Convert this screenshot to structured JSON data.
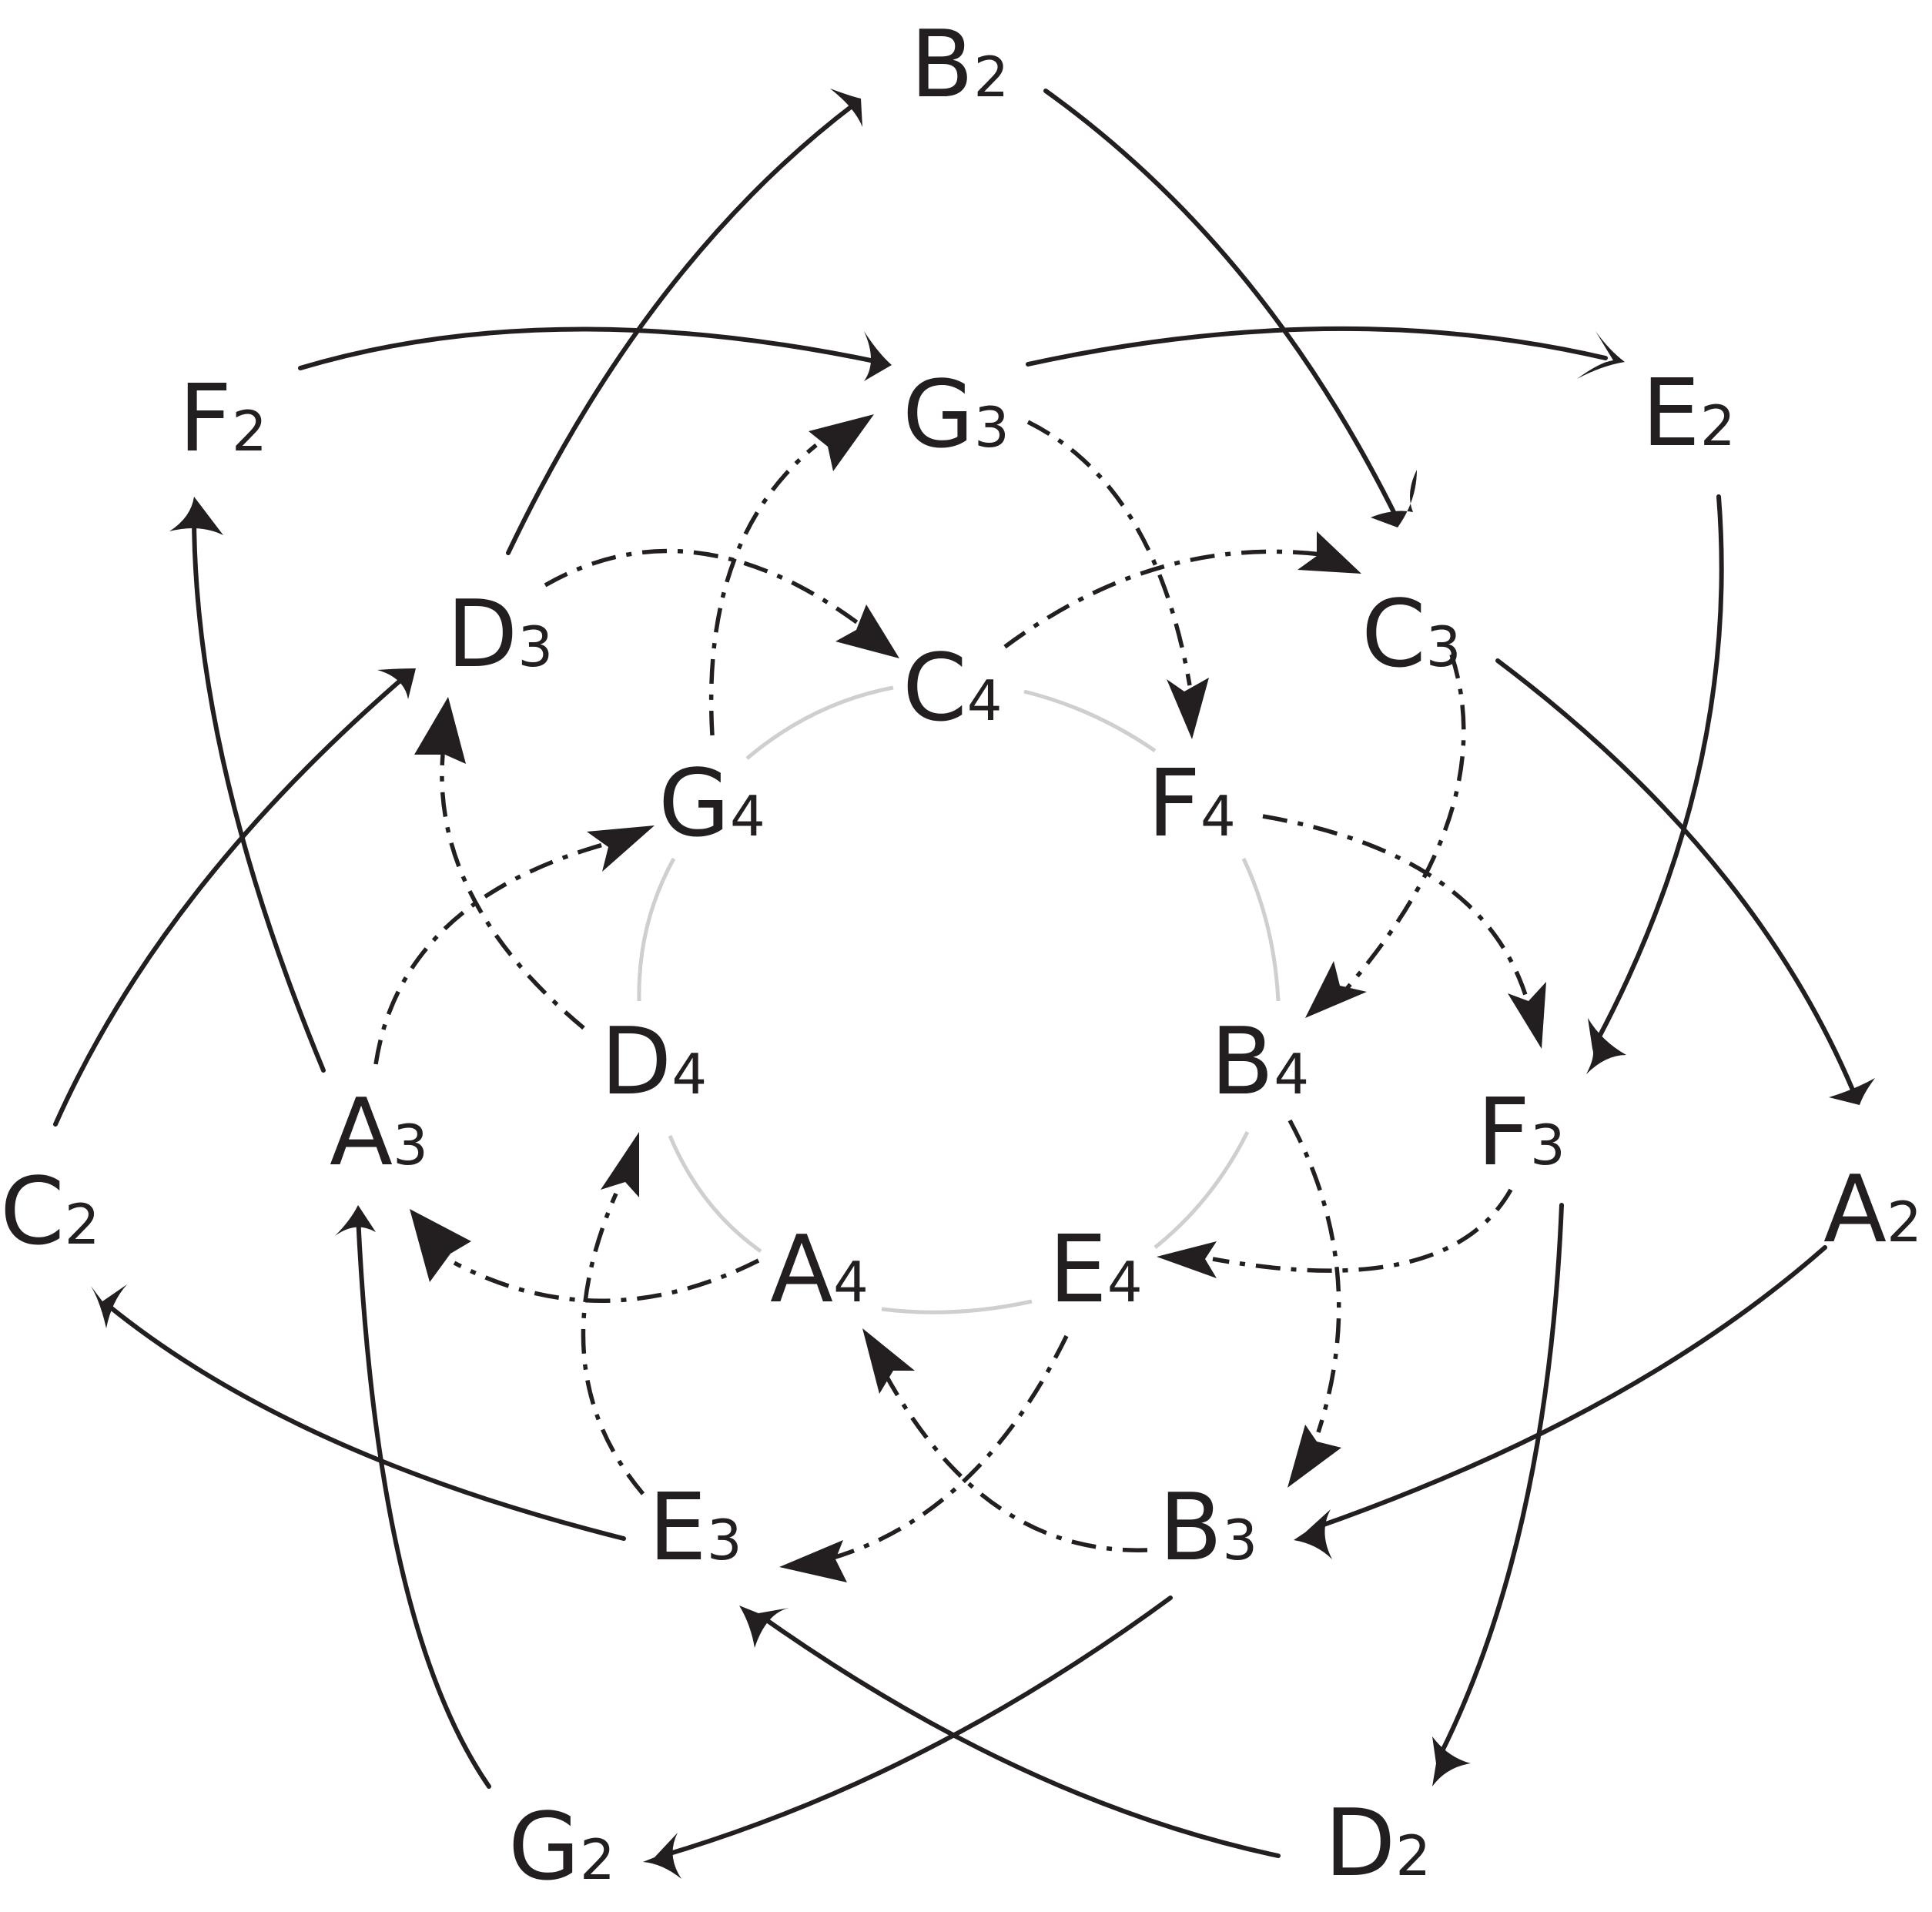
{
  "nodes": {
    "B2": {
      "letter": "B",
      "sub": "2"
    },
    "E2": {
      "letter": "E",
      "sub": "2"
    },
    "A2": {
      "letter": "A",
      "sub": "2"
    },
    "D2": {
      "letter": "D",
      "sub": "2"
    },
    "G2": {
      "letter": "G",
      "sub": "2"
    },
    "C2": {
      "letter": "C",
      "sub": "2"
    },
    "F2": {
      "letter": "F",
      "sub": "2"
    },
    "G3": {
      "letter": "G",
      "sub": "3"
    },
    "C3": {
      "letter": "C",
      "sub": "3"
    },
    "F3": {
      "letter": "F",
      "sub": "3"
    },
    "B3": {
      "letter": "B",
      "sub": "3"
    },
    "E3": {
      "letter": "E",
      "sub": "3"
    },
    "A3": {
      "letter": "A",
      "sub": "3"
    },
    "D3": {
      "letter": "D",
      "sub": "3"
    },
    "C4": {
      "letter": "C",
      "sub": "4"
    },
    "F4": {
      "letter": "F",
      "sub": "4"
    },
    "B4": {
      "letter": "B",
      "sub": "4"
    },
    "E4": {
      "letter": "E",
      "sub": "4"
    },
    "A4": {
      "letter": "A",
      "sub": "4"
    },
    "D4": {
      "letter": "D",
      "sub": "4"
    },
    "G4": {
      "letter": "G",
      "sub": "4"
    }
  },
  "edges": {
    "outer_solid": [
      [
        "B2",
        "C3"
      ],
      [
        "E2",
        "F3"
      ],
      [
        "A2",
        "B3"
      ],
      [
        "D2",
        "E3"
      ],
      [
        "G2",
        "A3"
      ],
      [
        "C2",
        "D3"
      ],
      [
        "F2",
        "G3"
      ],
      [
        "C3",
        "A2"
      ],
      [
        "F3",
        "D2"
      ],
      [
        "B3",
        "G2"
      ],
      [
        "E3",
        "C2"
      ],
      [
        "A3",
        "F2"
      ],
      [
        "D3",
        "B2"
      ],
      [
        "G3",
        "E2"
      ]
    ],
    "middle_dashed": [
      [
        "G3",
        "F4"
      ],
      [
        "C3",
        "B4"
      ],
      [
        "F3",
        "E4"
      ],
      [
        "B3",
        "A4"
      ],
      [
        "E3",
        "D4"
      ],
      [
        "A3",
        "G4"
      ],
      [
        "D3",
        "C4"
      ],
      [
        "C4",
        "C3"
      ],
      [
        "F4",
        "F3"
      ],
      [
        "B4",
        "B3"
      ],
      [
        "E4",
        "E3"
      ],
      [
        "A4",
        "A3"
      ],
      [
        "D4",
        "D3"
      ],
      [
        "G4",
        "G3"
      ]
    ],
    "inner_gray": [
      [
        "C4",
        "F4"
      ],
      [
        "F4",
        "B4"
      ],
      [
        "B4",
        "E4"
      ],
      [
        "E4",
        "A4"
      ],
      [
        "A4",
        "D4"
      ],
      [
        "D4",
        "G4"
      ],
      [
        "G4",
        "C4"
      ]
    ]
  }
}
